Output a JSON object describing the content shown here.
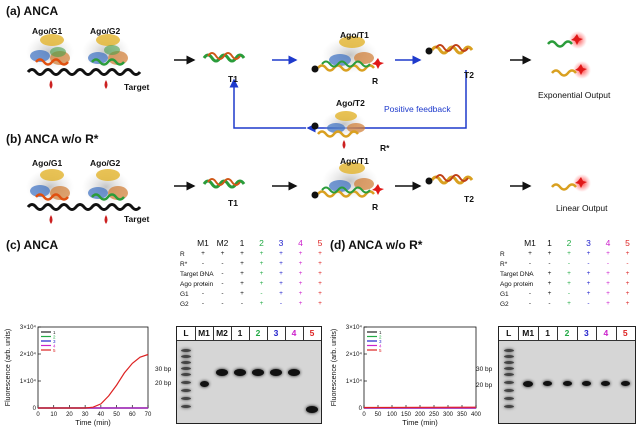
{
  "colors": {
    "arrow": "#111111",
    "feedback": "#1e3acc",
    "lane2": "#22aa44",
    "lane3": "#2222cc",
    "lane4": "#cc22cc",
    "lane5": "#dd2222",
    "curve_red": "#dd2222",
    "curve_green": "#22aa44",
    "curve_blue": "#2222cc",
    "curve_magenta": "#cc22cc",
    "curve_black": "#222222"
  },
  "panel_a": {
    "title": "(a) ANCA",
    "ago_g1": "Ago/G1",
    "ago_g2": "Ago/G2",
    "target": "Target",
    "t1": "T1",
    "ago_t1": "Ago/T1",
    "r": "R",
    "t2": "T2",
    "ago_t2": "Ago/T2",
    "r_star": "R*",
    "positive_feedback": "Positive feedback",
    "output": "Exponential Output"
  },
  "panel_b": {
    "title": "(b) ANCA w/o R*",
    "ago_g1": "Ago/G1",
    "ago_g2": "Ago/G2",
    "target": "Target",
    "t1": "T1",
    "ago_t1": "Ago/T1",
    "r": "R",
    "t2": "T2",
    "output": "Linear Output"
  },
  "panel_c": {
    "title": "(c) ANCA",
    "table": {
      "columns": [
        "M1",
        "M2",
        "1",
        "2",
        "3",
        "4",
        "5"
      ],
      "rows": [
        {
          "label": "R",
          "cells": [
            "+",
            "+",
            "+",
            "+",
            "+",
            "+",
            "+"
          ]
        },
        {
          "label": "R*",
          "cells": [
            "-",
            "-",
            "+",
            "+",
            "+",
            "+",
            "+"
          ]
        },
        {
          "label": "Target DNA",
          "cells": [
            "-",
            "-",
            "+",
            "+",
            "+",
            "+",
            "+"
          ]
        },
        {
          "label": "Ago protein",
          "cells": [
            "-",
            "-",
            "+",
            "+",
            "+",
            "+",
            "+"
          ]
        },
        {
          "label": "G1",
          "cells": [
            "-",
            "-",
            "+",
            "-",
            "+",
            "+",
            "+"
          ]
        },
        {
          "label": "G2",
          "cells": [
            "-",
            "-",
            "-",
            "+",
            "-",
            "+",
            "+"
          ]
        }
      ]
    },
    "gel": {
      "lanes": [
        "L",
        "M1",
        "M2",
        "1",
        "2",
        "3",
        "4",
        "5"
      ],
      "markers": [
        "30 bp",
        "20 bp"
      ]
    },
    "chart": {
      "ylabel": "Fluorescence (arb. units)",
      "xlabel": "Time (min)",
      "yticks": [
        "0",
        "1×10⁴",
        "2×10⁴",
        "3×10⁴"
      ],
      "xticks": [
        "0",
        "10",
        "20",
        "30",
        "40",
        "50",
        "60",
        "70"
      ],
      "legend": [
        "1",
        "2",
        "3",
        "4",
        "5"
      ]
    }
  },
  "panel_d": {
    "title": "(d) ANCA w/o R*",
    "table": {
      "columns": [
        "M1",
        "1",
        "2",
        "3",
        "4",
        "5"
      ],
      "rows": [
        {
          "label": "R",
          "cells": [
            "+",
            "+",
            "+",
            "+",
            "+",
            "+"
          ]
        },
        {
          "label": "R*",
          "cells": [
            "-",
            "-",
            "-",
            "-",
            "-",
            "-"
          ]
        },
        {
          "label": "Target DNA",
          "cells": [
            "-",
            "+",
            "+",
            "+",
            "+",
            "+"
          ]
        },
        {
          "label": "Ago protein",
          "cells": [
            "-",
            "+",
            "+",
            "+",
            "+",
            "+"
          ]
        },
        {
          "label": "G1",
          "cells": [
            "-",
            "+",
            "-",
            "+",
            "+",
            "+"
          ]
        },
        {
          "label": "G2",
          "cells": [
            "-",
            "-",
            "+",
            "-",
            "+",
            "+"
          ]
        }
      ]
    },
    "gel": {
      "lanes": [
        "L",
        "M1",
        "1",
        "2",
        "3",
        "4",
        "5"
      ],
      "markers": [
        "30 bp",
        "20 bp"
      ]
    },
    "chart": {
      "ylabel": "Fluorescence (arb. units)",
      "xlabel": "Time (min)",
      "yticks": [
        "0",
        "1×10⁴",
        "2×10⁴",
        "3×10⁴"
      ],
      "xticks": [
        "0",
        "50",
        "100",
        "150",
        "200",
        "250",
        "300",
        "350",
        "400"
      ],
      "legend": [
        "1",
        "2",
        "3",
        "4",
        "5"
      ]
    }
  },
  "chart_data": [
    {
      "type": "line",
      "xlabel": "Time (min)",
      "ylabel": "Fluorescence (arb. units)",
      "xlim": [
        0,
        70
      ],
      "ylim": [
        0,
        30000
      ],
      "legend": [
        "1",
        "2",
        "3",
        "4",
        "5"
      ],
      "series": [
        {
          "name": "1",
          "color": "#222222",
          "x": [
            0,
            70
          ],
          "y": [
            0,
            0
          ]
        },
        {
          "name": "2",
          "color": "#22aa44",
          "x": [
            0,
            70
          ],
          "y": [
            0,
            0
          ]
        },
        {
          "name": "3",
          "color": "#2222cc",
          "x": [
            0,
            70
          ],
          "y": [
            0,
            0
          ]
        },
        {
          "name": "4",
          "color": "#cc22cc",
          "x": [
            0,
            70
          ],
          "y": [
            0,
            0
          ]
        },
        {
          "name": "5",
          "color": "#dd2222",
          "x": [
            0,
            30,
            35,
            40,
            45,
            50,
            55,
            60,
            65,
            70
          ],
          "y": [
            0,
            0,
            300,
            1500,
            4500,
            8500,
            13000,
            16500,
            18800,
            19800
          ]
        }
      ]
    },
    {
      "type": "line",
      "xlabel": "Time (min)",
      "ylabel": "Fluorescence (arb. units)",
      "xlim": [
        0,
        400
      ],
      "ylim": [
        0,
        30000
      ],
      "legend": [
        "1",
        "2",
        "3",
        "4",
        "5"
      ],
      "series": [
        {
          "name": "1",
          "color": "#222222",
          "x": [
            0,
            400
          ],
          "y": [
            0,
            0
          ]
        },
        {
          "name": "2",
          "color": "#22aa44",
          "x": [
            0,
            400
          ],
          "y": [
            0,
            0
          ]
        },
        {
          "name": "3",
          "color": "#2222cc",
          "x": [
            0,
            400
          ],
          "y": [
            0,
            0
          ]
        },
        {
          "name": "4",
          "color": "#cc22cc",
          "x": [
            0,
            400
          ],
          "y": [
            0,
            0
          ]
        },
        {
          "name": "5",
          "color": "#dd2222",
          "x": [
            0,
            400
          ],
          "y": [
            200,
            300
          ]
        }
      ]
    }
  ]
}
